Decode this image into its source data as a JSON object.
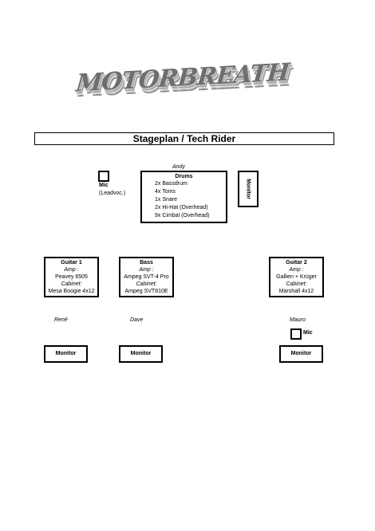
{
  "logo": {
    "text": "MOTORBREATH"
  },
  "title": "Stageplan / Tech Rider",
  "drums": {
    "name": "Andy",
    "heading": "Drums",
    "items": [
      "2x Bassdrum",
      "4x Toms",
      "1x Snare",
      "2x Hi-Hat (Overhead)",
      "9x Cimbal (Overhead)"
    ]
  },
  "monitor_label": "Monitor",
  "lead_mic": {
    "label": "Mic",
    "sub": "(Leadvoc.)"
  },
  "amps": [
    {
      "heading": "Guitar 1",
      "amp_label": "Amp :",
      "amp": "Peavey 6505",
      "cab_label": "Cabinet:",
      "cab": "Mesa Boogie 4x12",
      "player": "René"
    },
    {
      "heading": "Bass",
      "amp_label": "Amp :",
      "amp": "Ampeg SVT-4 Pro",
      "cab_label": "Cabinet:",
      "cab": "Ampeg SVT810E",
      "player": "Dave"
    },
    {
      "heading": "Guitar 2",
      "amp_label": "Amp :",
      "amp": "Gallien + Krüger",
      "cab_label": "Cabinet:",
      "cab": "Marshall 4x12",
      "player": "Mauro"
    }
  ],
  "guitar2_mic": {
    "label": "Mic"
  }
}
